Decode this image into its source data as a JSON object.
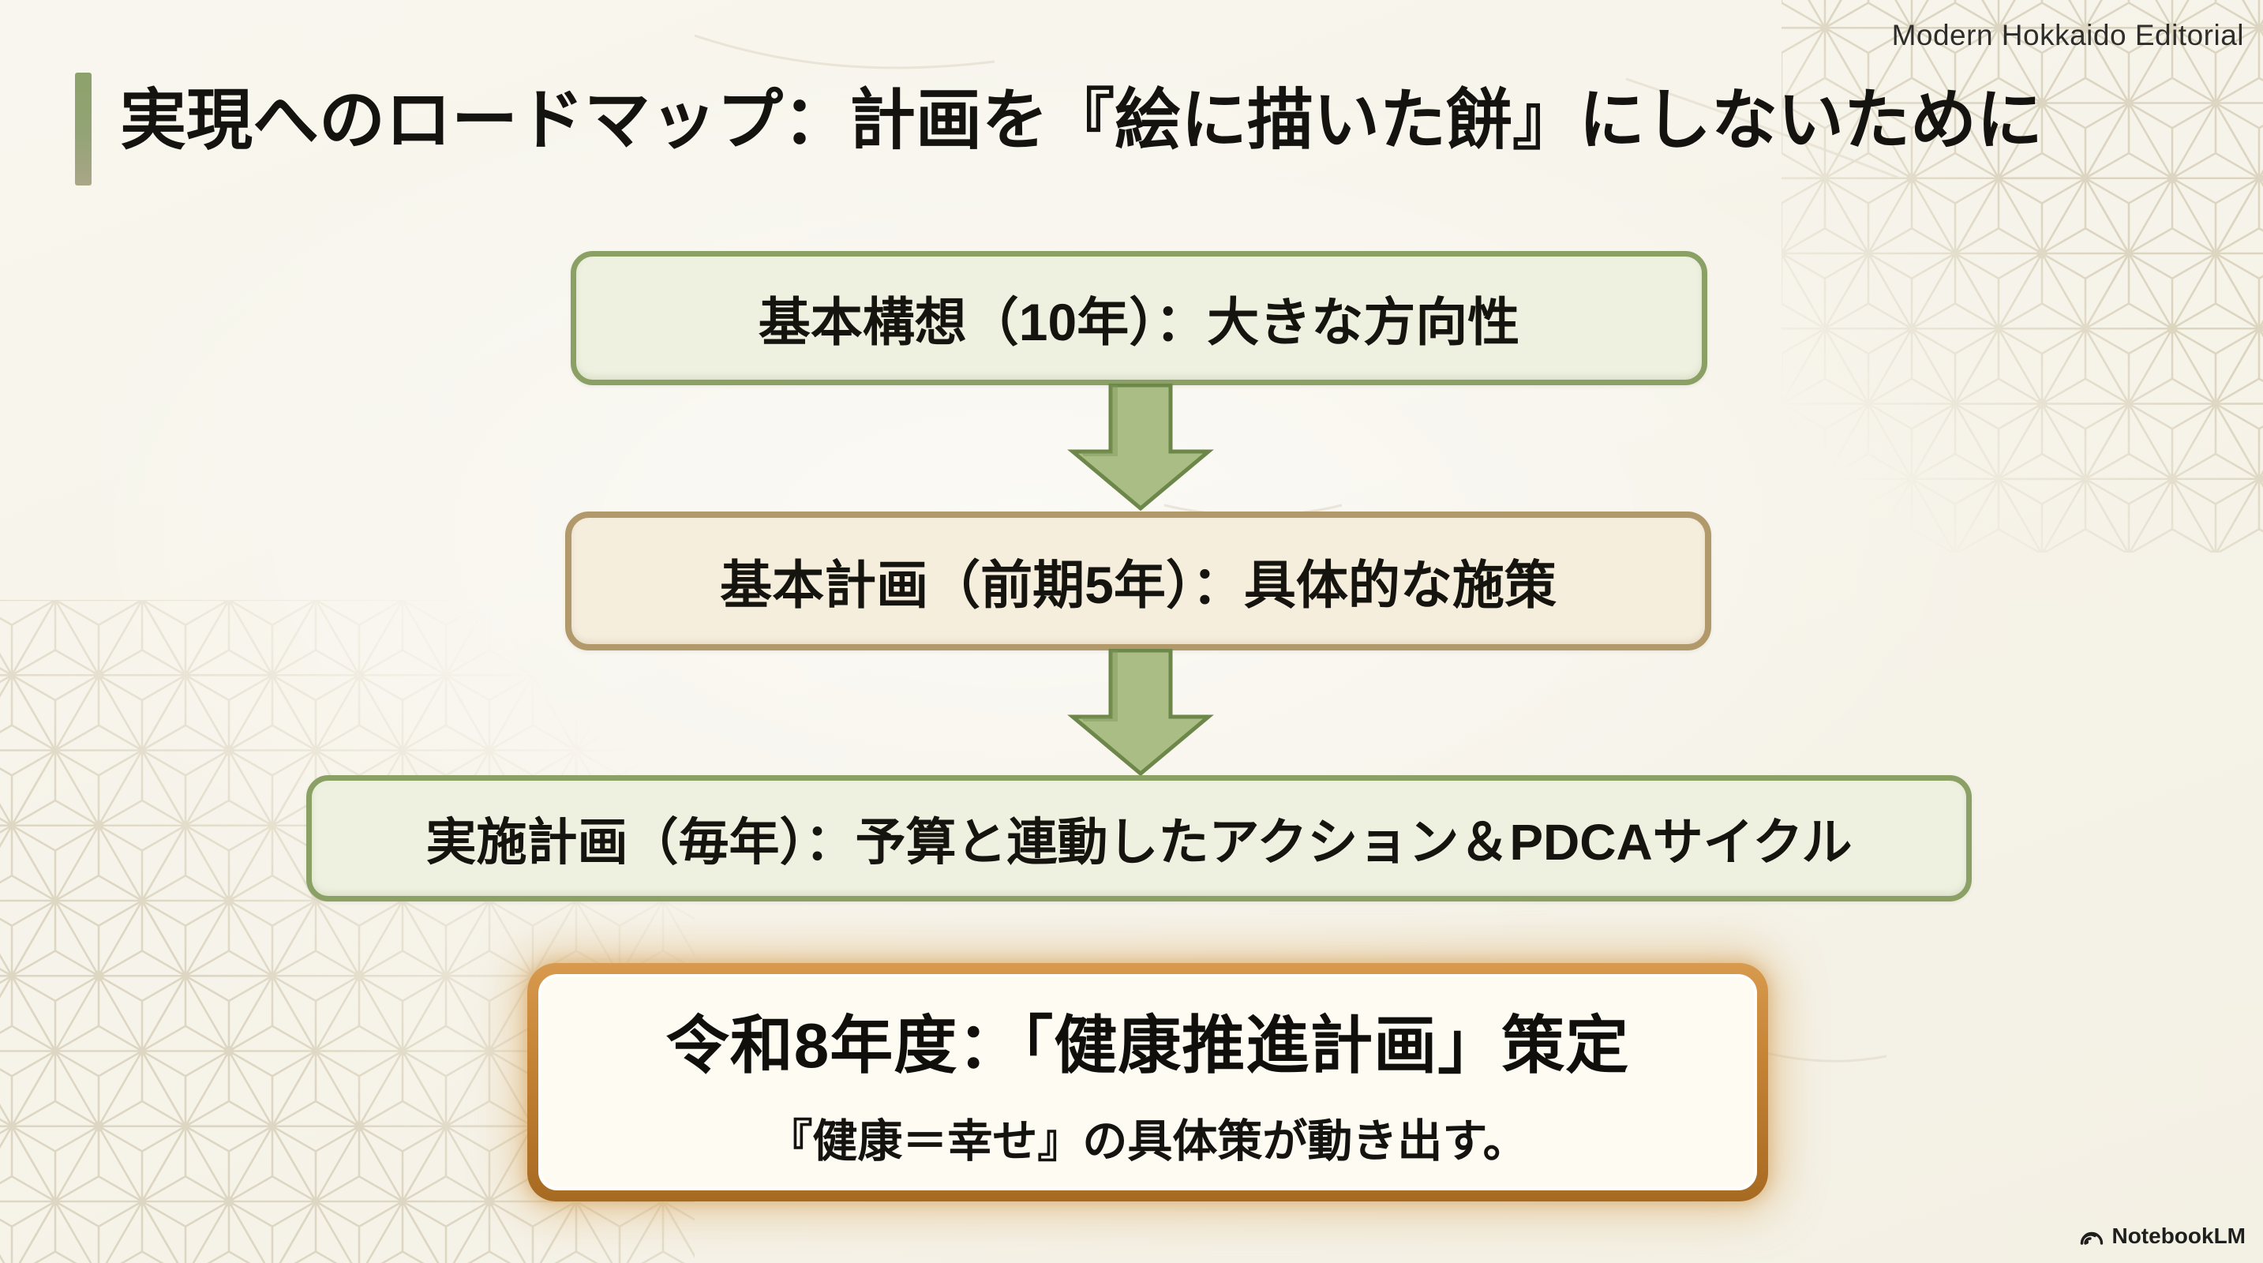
{
  "slide": {
    "brand": "Modern Hokkaido Editorial",
    "title": "実現へのロードマップ：計画を『絵に描いた餅』にしないために"
  },
  "flow": {
    "boxes": [
      {
        "label": "基本構想（10年）：大きな方向性",
        "tone": "green"
      },
      {
        "label": "基本計画（前期5年）：具体的な施策",
        "tone": "tan"
      },
      {
        "label": "実施計画（毎年）：予算と連動したアクション＆PDCAサイクル",
        "tone": "green"
      }
    ]
  },
  "highlight": {
    "line1": "令和8年度：「健康推進計画」策定",
    "line2": "『健康＝幸せ』の具体策が動き出す。"
  },
  "footer": {
    "logo_text": "NotebookLM"
  },
  "colors": {
    "background": "#f6f3e9",
    "green_box_fill": "#eef1e0",
    "green_box_border": "#8ba064",
    "tan_box_fill": "#f6eedd",
    "tan_box_border": "#b1996c",
    "arrow_fill": "#a9bd85",
    "arrow_stroke": "#6c8749",
    "highlight_border": "#b97c2e",
    "highlight_fill": "#fdfbf2",
    "accent_bar": "#8da26b",
    "pattern": "#d8d0ba",
    "text": "#14130f"
  }
}
